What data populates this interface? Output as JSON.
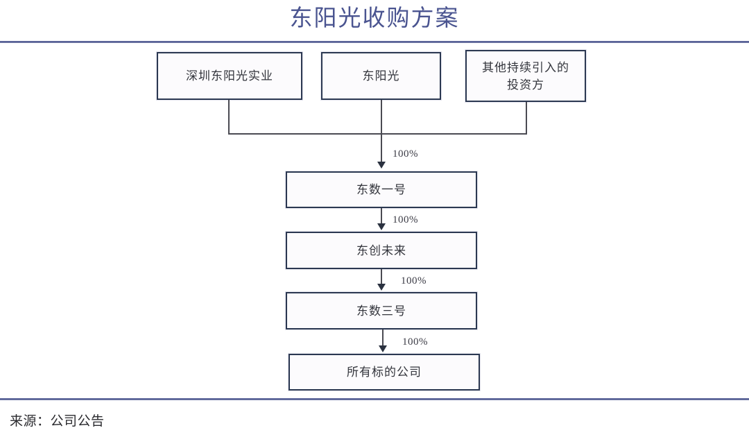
{
  "header": {
    "title": "东阳光收购方案",
    "title_color": "#4a5490",
    "rule_color": "#4d5689"
  },
  "diagram": {
    "type": "org-chart",
    "box_border_color": "#2b3851",
    "box_fill_color": "#fcfbfd",
    "connector_color": "#4a4a52",
    "shareholders": [
      {
        "id": "shenzhen",
        "label": "深圳东阳光实业"
      },
      {
        "id": "dongyangguang",
        "label": "东阳光"
      },
      {
        "id": "others",
        "label": "其他持续引入的\n投资方"
      }
    ],
    "chain": [
      {
        "id": "ds1",
        "label": "东数一号"
      },
      {
        "id": "dcwl",
        "label": "东创未来"
      },
      {
        "id": "ds3",
        "label": "东数三号"
      },
      {
        "id": "target",
        "label": "所有标的公司"
      }
    ],
    "edges": [
      {
        "from": "shareholders",
        "to": "ds1",
        "label": "100%"
      },
      {
        "from": "ds1",
        "to": "dcwl",
        "label": "100%"
      },
      {
        "from": "dcwl",
        "to": "ds3",
        "label": "100%"
      },
      {
        "from": "ds3",
        "to": "target",
        "label": "100%"
      }
    ]
  },
  "footer": {
    "source": "来源：公司公告"
  }
}
